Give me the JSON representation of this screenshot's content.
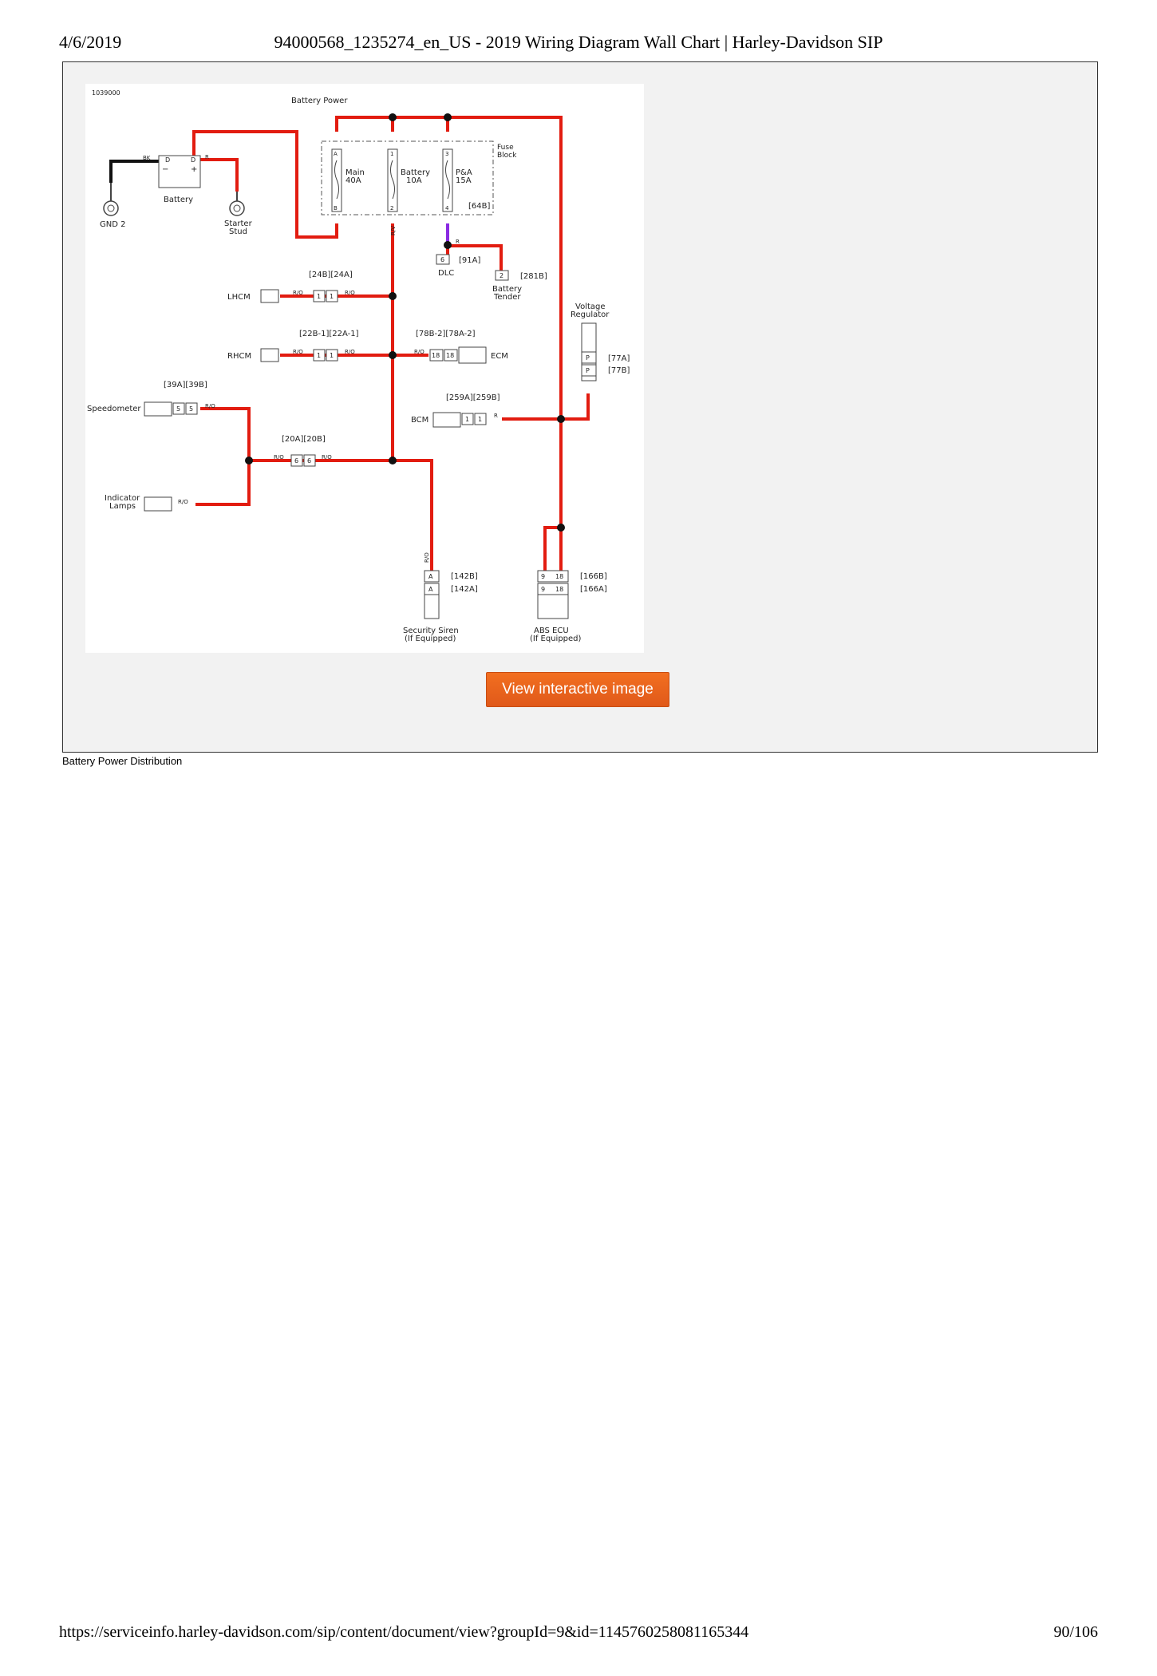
{
  "header": {
    "date": "4/6/2019",
    "title": "94000568_1235274_en_US - 2019 Wiring Diagram Wall Chart | Harley-Davidson SIP"
  },
  "diagram": {
    "image_id": "1039000",
    "title": "Battery Power",
    "wire_colors": {
      "red": "#e21c10",
      "black": "#111111",
      "purple": "#8a2be2"
    },
    "wire_labels": {
      "red": "R",
      "red_orange": "R/O",
      "black": "BK",
      "red_violet": "R/V"
    },
    "battery": {
      "label": "Battery",
      "neg": "−",
      "pos": "+",
      "neg_pin": "D",
      "pos_pin": "D"
    },
    "ground": {
      "label": "GND 2"
    },
    "starter": {
      "label_line1": "Starter",
      "label_line2": "Stud"
    },
    "fuse_block": {
      "label_line1": "Fuse",
      "label_line2": "Block",
      "connector": "[64B]",
      "fuses": [
        {
          "top_pin": "A",
          "bottom_pin": "B",
          "name": "Main",
          "rating": "40A"
        },
        {
          "top_pin": "1",
          "bottom_pin": "2",
          "name": "Battery",
          "rating": "10A"
        },
        {
          "top_pin": "3",
          "bottom_pin": "4",
          "name": "P&A",
          "rating": "15A"
        }
      ]
    },
    "dlc": {
      "label": "DLC",
      "pin": "6",
      "connector": "[91A]"
    },
    "battery_tender": {
      "label_line1": "Battery",
      "label_line2": "Tender",
      "pin": "2",
      "connector": "[281B]"
    },
    "voltage_regulator": {
      "label_line1": "Voltage",
      "label_line2": "Regulator",
      "pin_top": "P",
      "pin_bottom": "P",
      "conn_a": "[77A]",
      "conn_b": "[77B]"
    },
    "lhcm": {
      "label": "LHCM",
      "connectors": "[24B][24A]",
      "pin": "1"
    },
    "rhcm": {
      "label": "RHCM",
      "connectors": "[22B-1][22A-1]",
      "pin": "1"
    },
    "ecm": {
      "label": "ECM",
      "connectors": "[78B-2][78A-2]",
      "pin": "18"
    },
    "bcm": {
      "label": "BCM",
      "connectors": "[259A][259B]",
      "pin": "1"
    },
    "speedometer": {
      "label": "Speedometer",
      "connectors": "[39A][39B]",
      "pin": "5"
    },
    "indicator_lamps": {
      "label_line1": "Indicator",
      "label_line2": "Lamps"
    },
    "splice": {
      "connectors": "[20A][20B]",
      "pin": "6"
    },
    "security_siren": {
      "label_line1": "Security Siren",
      "label_line2": "(If Equipped)",
      "pin_top": "A",
      "pin_bottom": "A",
      "conn_a": "[142B]",
      "conn_b": "[142A]"
    },
    "abs_ecu": {
      "label_line1": "ABS ECU",
      "label_line2": "(If Equipped)",
      "pin_a": "9",
      "pin_b": "18",
      "conn_a": "[166B]",
      "conn_b": "[166A]"
    }
  },
  "button": {
    "label": "View interactive image"
  },
  "caption": "Battery Power Distribution",
  "footer": {
    "url": "https://serviceinfo.harley-davidson.com/sip/content/document/view?groupId=9&id=1145760258081165344",
    "page": "90/106"
  }
}
